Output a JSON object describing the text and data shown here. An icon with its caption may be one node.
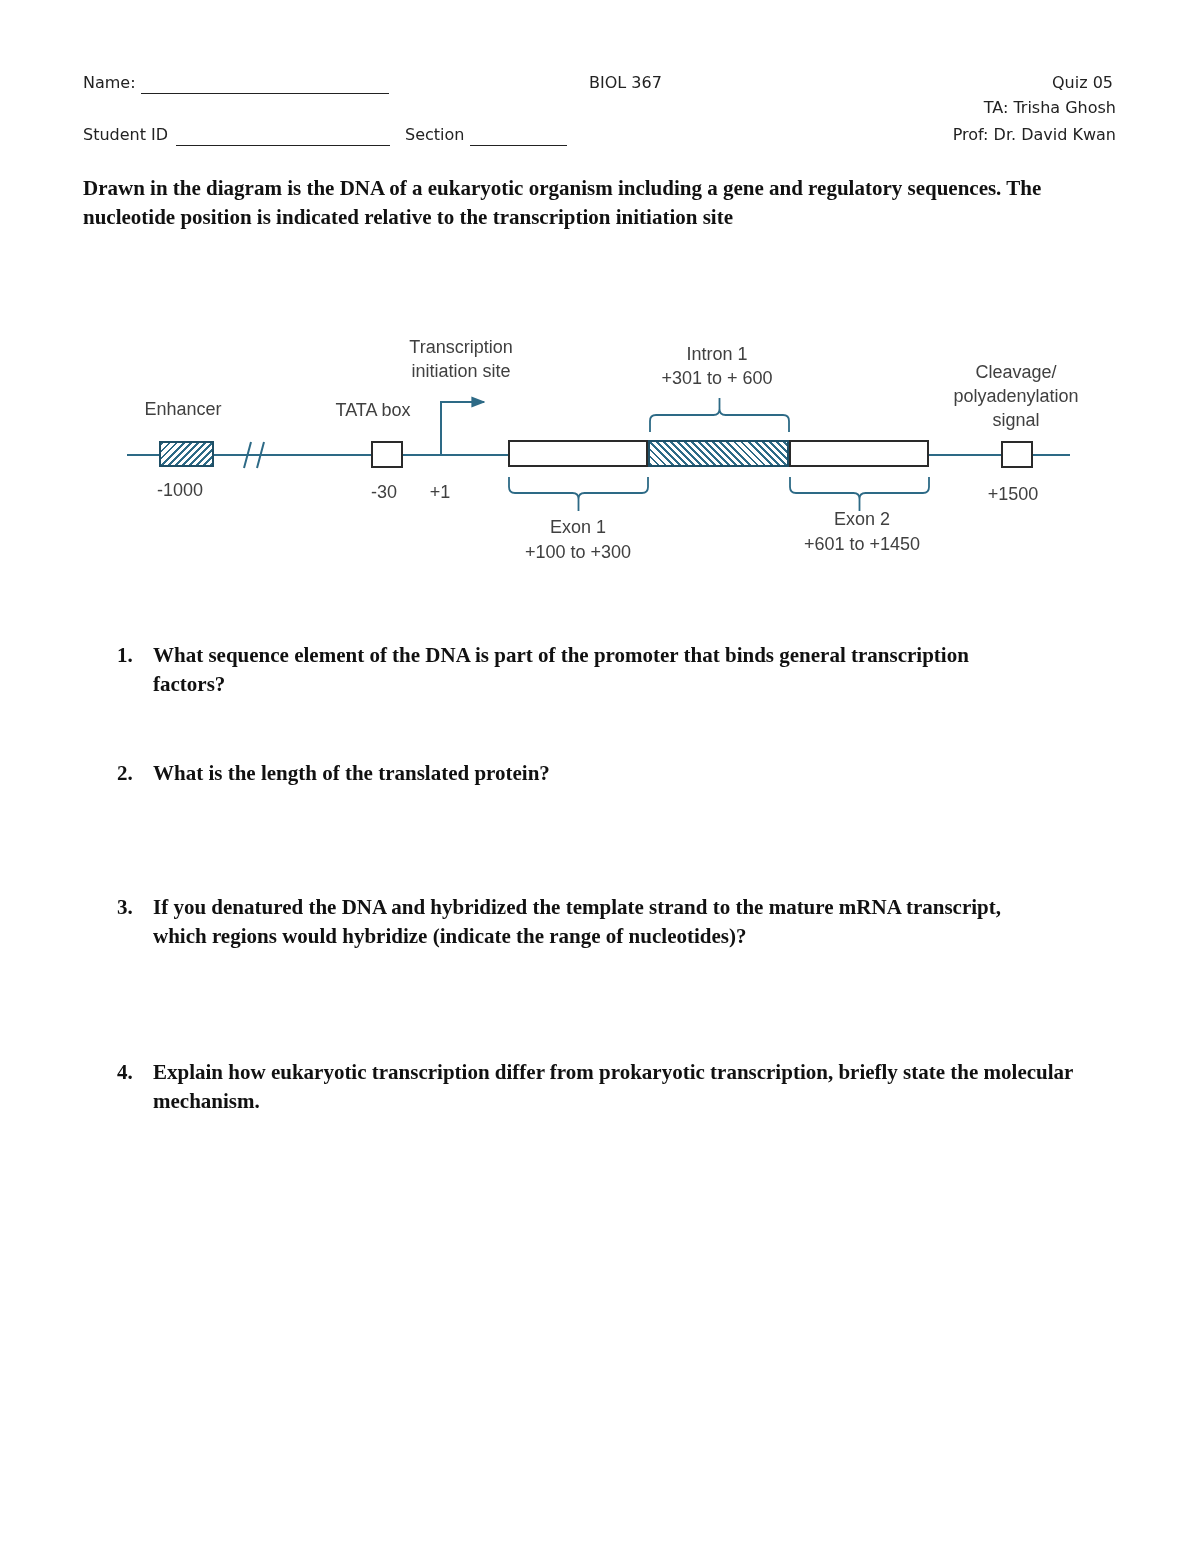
{
  "diagram": {
    "nodes": [
      {
        "text": [
          "Enhancer",
          "-1000"
        ]
      },
      {
        "text": [
          "TATA box",
          "-30"
        ]
      },
      {
        "text": [
          "Exon 1",
          "+100 to +300"
        ]
      },
      {
        "text": [
          "Intron 1",
          "+301 to + 600"
        ]
      },
      {
        "text": [
          "Exon 2",
          "+601 to +1450"
        ]
      },
      {
        "text": [
          "Cleavage/ polyadenylation signal",
          "+1500"
        ]
      }
    ],
    "edges": [
      {
        "from": null,
        "to": 0,
        "arrow": "none"
      },
      {
        "from": 0,
        "to": 1,
        "arrow": "none"
      },
      {
        "from": 1,
        "to": 2,
        "arrow": "none"
      },
      {
        "from": 4,
        "to": 5,
        "arrow": "none"
      },
      {
        "from": 5,
        "to": null,
        "arrow": "none"
      }
    ],
    "labels": [
      "Name:",
      "BIOL 367",
      "Quiz 05",
      "TA: Trisha Ghosh",
      "Student ID",
      "Section",
      "Prof: Dr. David Kwan",
      "Drawn in the diagram is the DNA of a eukaryotic organism including a gene and regulatory sequences. The nucleotide position is indicated relative to the transcription initiation site",
      "Transcription initiation site",
      "+1",
      "1.",
      "What sequence element of the DNA is part of the promoter that binds general transcription factors?",
      "2.",
      "What is the length of the translated protein?",
      "3.",
      "If you denatured the DNA and hybridized the template strand to the mature mRNA transcript, which regions would hybridize (indicate the range of nucleotides)?",
      "4.",
      "Explain how eukaryotic transcription differ from prokaryotic transcription, briefly state the molecular mechanism."
    ]
  }
}
